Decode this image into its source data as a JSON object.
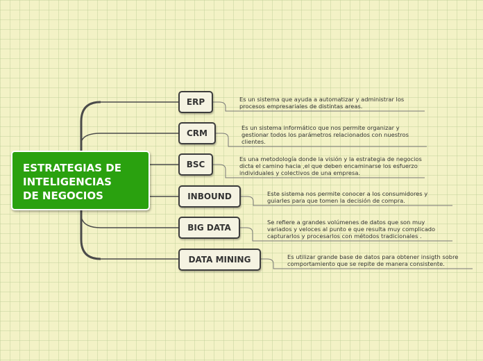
{
  "root": {
    "title": "ESTRATEGIAS DE\nINTELIGENCIAS\nDE NEGOCIOS"
  },
  "branches": [
    {
      "label": "ERP",
      "note": "Es un sistema que ayuda a automatizar y administrar los\nprocesos empresariales de distintas areas."
    },
    {
      "label": "CRM",
      "note": "Es un sistema informático que nos permite organizar y\ngestionar todos los parámetros relacionados con nuestros\nclientes."
    },
    {
      "label": "BSC",
      "note": "Es una metodología donde la visión y la estrategia de negocios\ndicta el camino hacia ,el que deben encaminarse los esfuerzo\nindividuales y colectivos de una empresa."
    },
    {
      "label": "INBOUND",
      "note": "Este sistema nos permite conocer a los consumidores y\nguiarles para que tomen la decisión de compra."
    },
    {
      "label": "BIG DATA",
      "note": "Se refiere a grandes volúmenes de datos que son muy\nvariados y veloces al punto e que resulta muy complicado\ncapturarlos y procesarlos con métodos tradicionales ."
    },
    {
      "label": "DATA MINING",
      "note": "Es utilizar grande base de datos para obtener insigth sobre\ncomportamiento que se repite de manera consistente."
    }
  ],
  "colors": {
    "root": "#2aa10f",
    "node_border": "#3c3c3c",
    "line": "#4a4a4a"
  }
}
